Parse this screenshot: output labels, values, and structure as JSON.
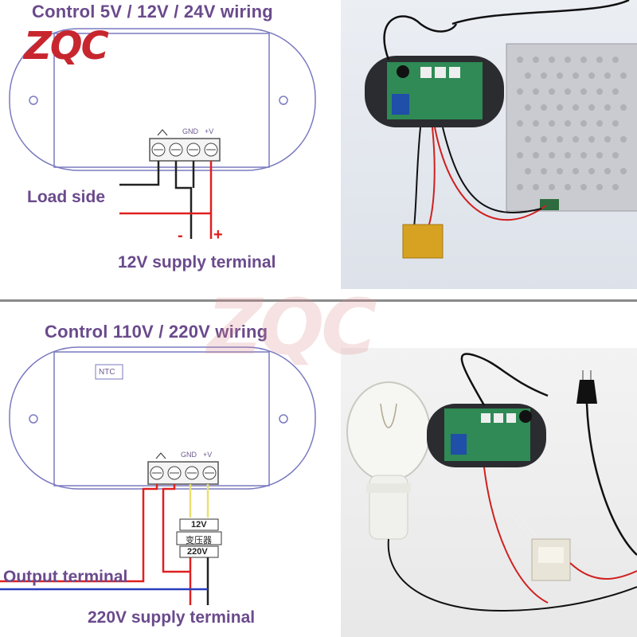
{
  "logo": {
    "text": "ZQC"
  },
  "top": {
    "title": "Control 5V / 12V / 24V wiring",
    "terminal_labels": {
      "gnd": "GND",
      "plus_v": "+V"
    },
    "load_label": "Load side",
    "minus": "-",
    "plus": "+",
    "supply_label": "12V supply terminal"
  },
  "bottom": {
    "title": "Control 110V / 220V wiring",
    "ntc_label": "NTC",
    "terminal_labels": {
      "gnd": "GND",
      "plus_v": "+V"
    },
    "transformer": {
      "top": "12V",
      "middle": "变压器",
      "bottom": "220V"
    },
    "output_label": "Output terminal",
    "supply_label": "220V supply terminal"
  },
  "colors": {
    "label": "#6a4a8c",
    "red_wire": "#e02020",
    "black_wire": "#222222",
    "blue_wire": "#2a3fbf",
    "yellow_wire": "#e8e070",
    "outline": "#5a5aa8"
  }
}
